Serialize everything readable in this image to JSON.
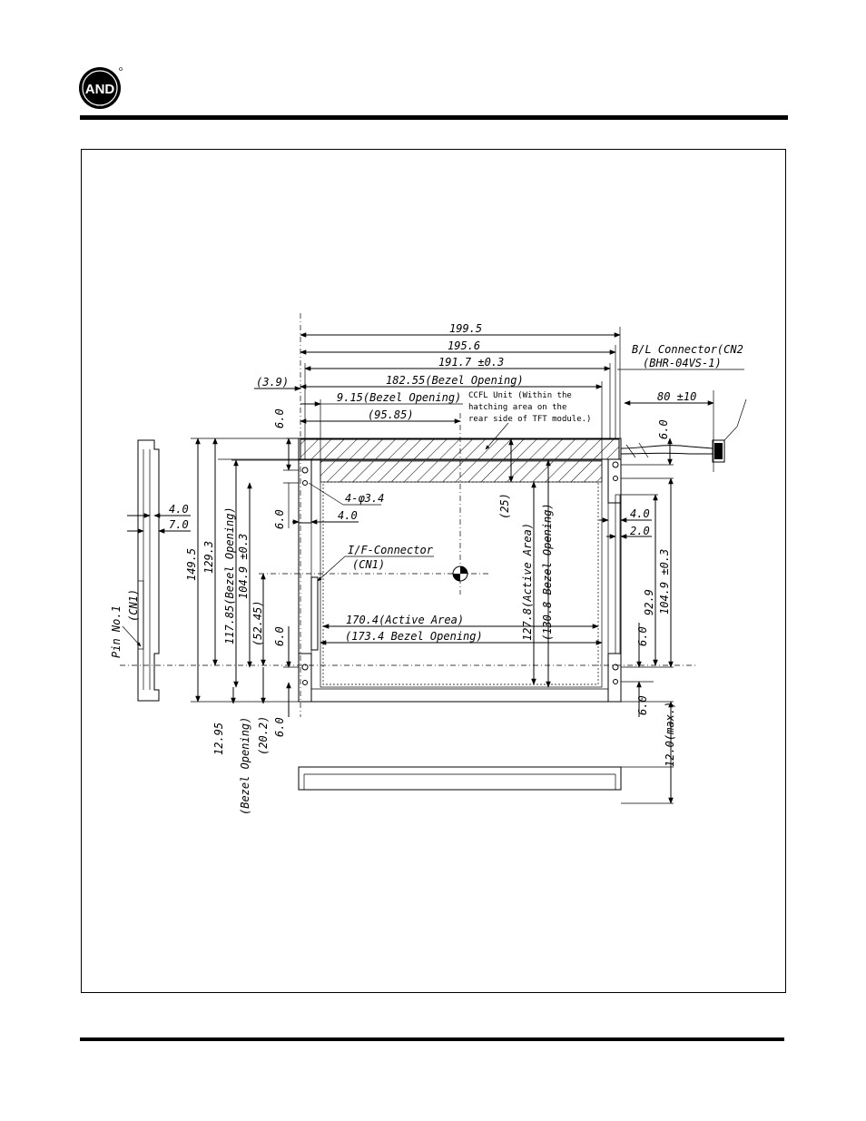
{
  "logo": {
    "text": "AND"
  },
  "drawing": {
    "top_dims": {
      "overall": "199.5",
      "outline": "195.6",
      "mount": "191.7 ±0.3",
      "bezel_w": "182.55(Bezel Opening)",
      "bezel_off": "9.15(Bezel Opening)",
      "center": "(95.85)",
      "left_off": "(3.9)"
    },
    "ccfl_note": [
      "CCFL Unit (Within the",
      "hatching area on the",
      "rear side of TFT module.)"
    ],
    "bl_connector": [
      "B/L Connector(CN2",
      "(BHR-04VS-1)"
    ],
    "cable_len": "80 ±10",
    "left_vertical": {
      "v1495": "149.5",
      "v1293": "129.3",
      "v11785": "117.85(Bezel Opening)",
      "v1049": "104.9 ±0.3",
      "v5245": "(52.45)",
      "v60a": "6.0",
      "v60b": "6.0",
      "v60c": "6.0",
      "v1295": "12.95",
      "bezel_note": "(Bezel Opening)",
      "v202": "(20.2)",
      "v60d": "6.0"
    },
    "hole": "4-φ3.4",
    "d40_left": "4.0",
    "if_connector": [
      "I/F-Connector",
      "(CN1)"
    ],
    "inner_vertical": {
      "v25": "(25)",
      "v1278": "127.8(Active Area)",
      "v1308": "(130.8 Bezel Opening)"
    },
    "active_w": "170.4(Active Area)",
    "bezel_h": "(173.4 Bezel Opening)",
    "right_dims": {
      "d40": "4.0",
      "d20": "2.0",
      "v60a": "6.0",
      "v929": "92.9",
      "v1049": "104.9 ±0.3",
      "v60b": "6.0",
      "v60c": "6.0",
      "vmax": "12.0(max.)"
    },
    "side_view": {
      "d40": "4.0",
      "d70": "7.0",
      "pin": "Pin No.1",
      "cn1": "(CN1)"
    }
  }
}
